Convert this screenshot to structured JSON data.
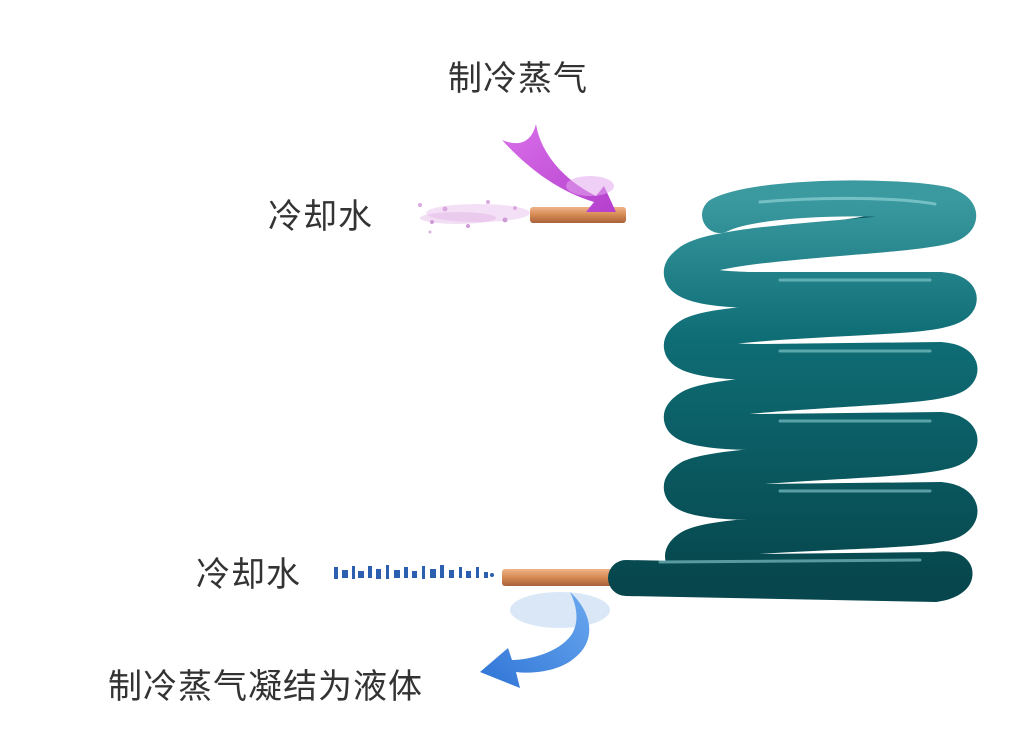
{
  "labels": {
    "vapor_in": "制冷蒸气",
    "cooling_water_top": "冷却水",
    "cooling_water_bottom": "冷却水",
    "liquid_out": "制冷蒸气凝结为液体"
  },
  "colors": {
    "coil": "#0e6b73",
    "coil_highlight": "#5fb3b8",
    "copper_pipe": "#d9905a",
    "vapor_arrow": "#c24fd6",
    "liquid_arrow": "#3f86e0",
    "water_spray_bottom": "#2d5fb0"
  }
}
